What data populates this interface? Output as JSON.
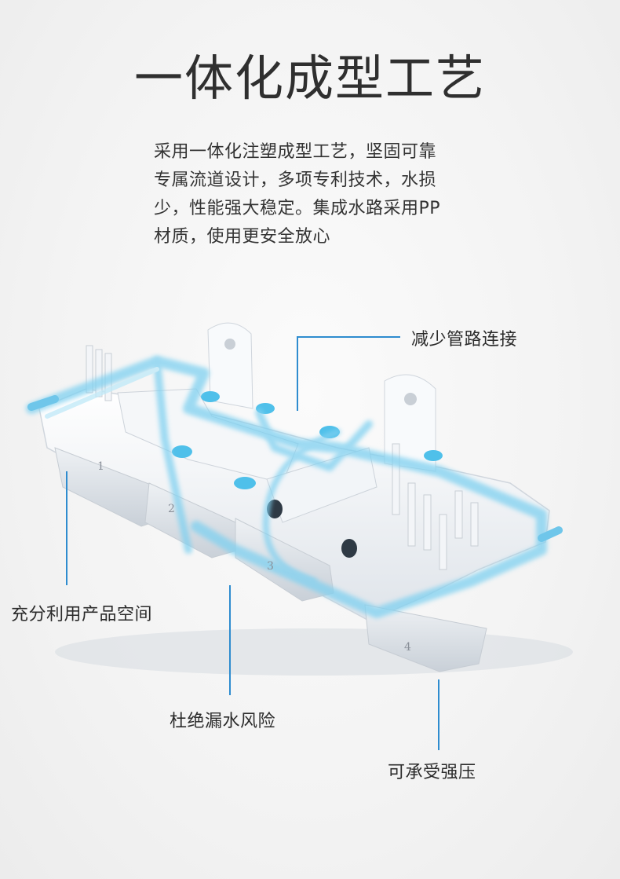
{
  "title": "一体化成型工艺",
  "description": {
    "lines": [
      "采用一体化注塑成型工艺，坚固可靠",
      "专属流道设计，多项专利技术，水损",
      "少，性能强大稳定。集成水路采用PP",
      "材质，使用更安全放心"
    ]
  },
  "callouts": {
    "reduce_pipes": "减少管路连接",
    "full_space": "充分利用产品空间",
    "no_leak": "杜绝漏水风险",
    "pressure": "可承受强压"
  },
  "module_numbers": [
    "1",
    "2",
    "3",
    "4"
  ],
  "colors": {
    "accent_line": "#2e8ccf",
    "water_flow": "#7fd0f0",
    "body_white": "#f7f9fb"
  }
}
